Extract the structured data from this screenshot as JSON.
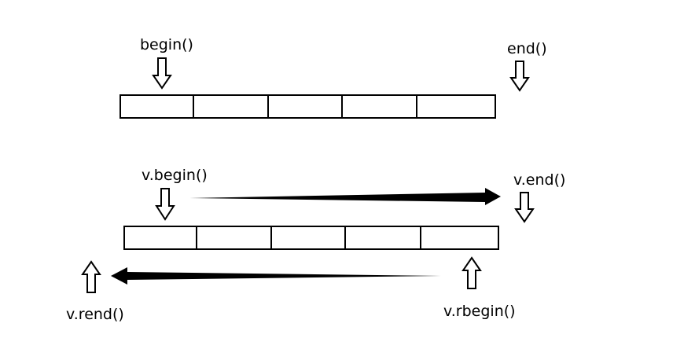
{
  "top_diagram": {
    "begin_label": "begin()",
    "end_label": "end()",
    "cell_count": 5
  },
  "bottom_diagram": {
    "begin_label": "v.begin()",
    "end_label": "v.end()",
    "rbegin_label": "v.rbegin()",
    "rend_label": "v.rend()",
    "cell_count": 5
  },
  "colors": {
    "stroke": "#000000",
    "background": "#ffffff"
  }
}
